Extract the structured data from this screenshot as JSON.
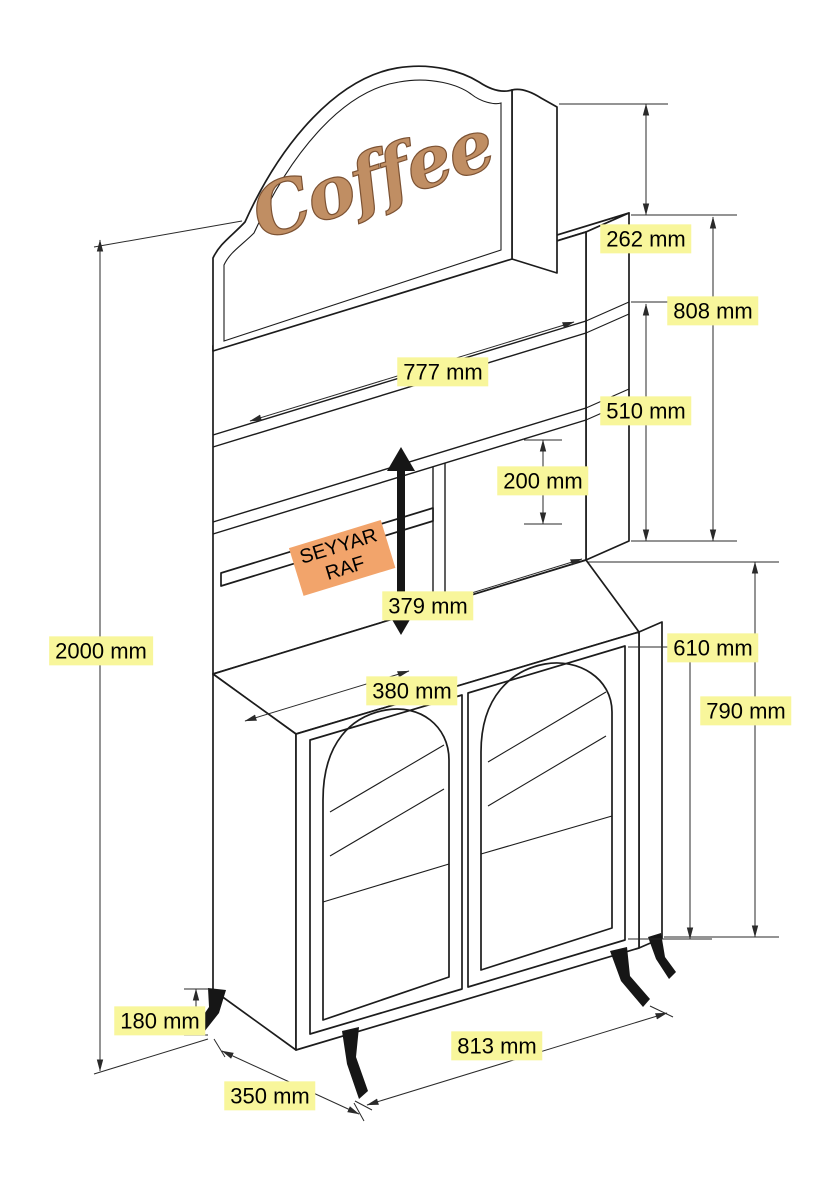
{
  "sign": {
    "text": "Coffee",
    "color": "#c08e63"
  },
  "shelf_tag": {
    "line1": "SEYYAR",
    "line2": "RAF",
    "bg_color": "#f2a46b"
  },
  "dims": {
    "overall_height": "2000 mm",
    "sign_panel_height": "262 mm",
    "hutch_height": "808 mm",
    "hutch_inner_width": "777 mm",
    "open_section_height": "510 mm",
    "shelf_gap": "200 mm",
    "right_section_width": "379 mm",
    "door_height": "610 mm",
    "base_cabinet_height": "790 mm",
    "left_section_width": "380 mm",
    "leg_height": "180 mm",
    "overall_width": "813 mm",
    "depth": "350 mm"
  },
  "colors": {
    "background": "#ffffff",
    "line": "#1c1c1c",
    "highlight_yellow": "#f8f69b",
    "highlight_orange": "#f2a46b"
  },
  "icons": {
    "shelf_adjust": "double-headed-vertical-arrow"
  }
}
